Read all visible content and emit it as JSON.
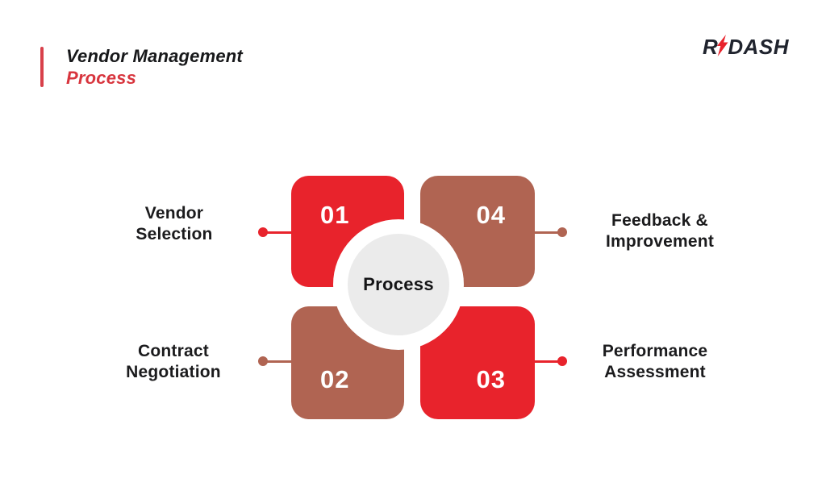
{
  "header": {
    "title_line1": "Vendor Management",
    "title_line2": "Process",
    "accent_color": "#D8404A",
    "title_color": "#17181A",
    "subtitle_color": "#D8353E"
  },
  "logo": {
    "text_r": "R",
    "text_dash": "DASH",
    "bolt_icon": "lightning-bolt",
    "text_color": "#20242E",
    "bolt_color": "#E8232C"
  },
  "diagram": {
    "center_label": "Process",
    "center_circle_color": "#EBEBEB",
    "red": "#E8232C",
    "brown": "#B06452",
    "steps": [
      {
        "number": "01",
        "label": "Vendor Selection",
        "position": "top-left",
        "side": "left",
        "color": "#E8232C"
      },
      {
        "number": "02",
        "label": "Contract Negotiation",
        "position": "bottom-left",
        "side": "left",
        "color": "#B06452"
      },
      {
        "number": "03",
        "label": "Performance Assessment",
        "position": "bottom-right",
        "side": "right",
        "color": "#E8232C"
      },
      {
        "number": "04",
        "label": "Feedback & Improvement",
        "position": "top-right",
        "side": "right",
        "color": "#B06452"
      }
    ]
  }
}
